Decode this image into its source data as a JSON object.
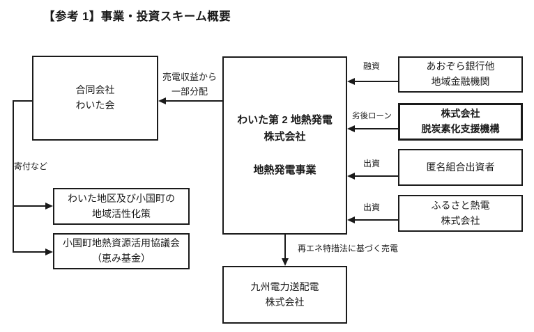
{
  "title": "【参考 1】事業・投資スキーム概要",
  "colors": {
    "background": "#ffffff",
    "line": "#1a1a1a",
    "text": "#1a1a1a"
  },
  "boxes": {
    "goudou_kaisha": {
      "label": "合同会社\nわいた会"
    },
    "main_company": {
      "label": "わいた第 2 地熱発電\n株式会社\n\n地熱発電事業"
    },
    "bank": {
      "label": "あおぞら銀行他\n地域金融機関"
    },
    "decarbonization": {
      "label": "株式会社\n脱炭素化支援機構"
    },
    "anonymous_partners": {
      "label": "匿名組合出資者"
    },
    "furusato": {
      "label": "ふるさと熱電\n株式会社"
    },
    "kyushu_electric": {
      "label": "九州電力送配電\n株式会社"
    },
    "revitalization": {
      "label": "わいた地区及び小国町の\n地域活性化策"
    },
    "council": {
      "label": "小国町地熱資源活用協議会\n（恵み基金）"
    }
  },
  "edges": {
    "profit_share": {
      "label": "売電収益から\n一部分配"
    },
    "loan": {
      "label": "融資"
    },
    "subordinated_loan": {
      "label": "劣後ローン"
    },
    "investment_1": {
      "label": "出資"
    },
    "investment_2": {
      "label": "出資"
    },
    "donation": {
      "label": "寄付など"
    },
    "power_sale": {
      "label": "再エネ特措法に基づく売電"
    }
  }
}
